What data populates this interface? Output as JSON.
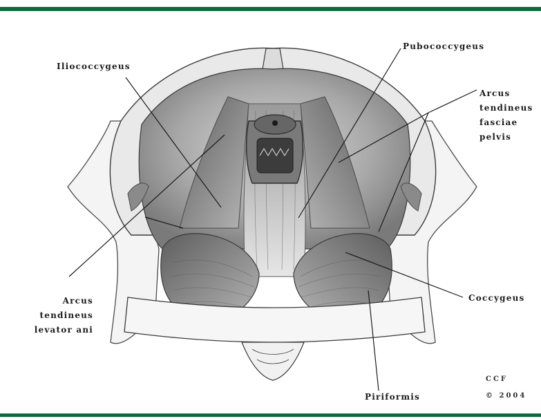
{
  "colors": {
    "rule": "#0f6b3d",
    "outline": "#3a3a3a",
    "muscle_dark": "#6b6b6b",
    "muscle_mid": "#9a9a9a",
    "bone": "#f2f2f2"
  },
  "labels": {
    "iliococcygeus": "Iliococcygeus",
    "pubococcygeus": "Pubococcygeus",
    "arcus_fasciae": [
      "Arcus",
      "tendineus",
      "fasciae",
      "pelvis"
    ],
    "arcus_levator": [
      "Arcus",
      "tendineus",
      "levator ani"
    ],
    "coccygeus": "Coccygeus",
    "piriformis": "Piriformis"
  },
  "credit": {
    "line1": "CCF",
    "line2": "© 2004"
  }
}
